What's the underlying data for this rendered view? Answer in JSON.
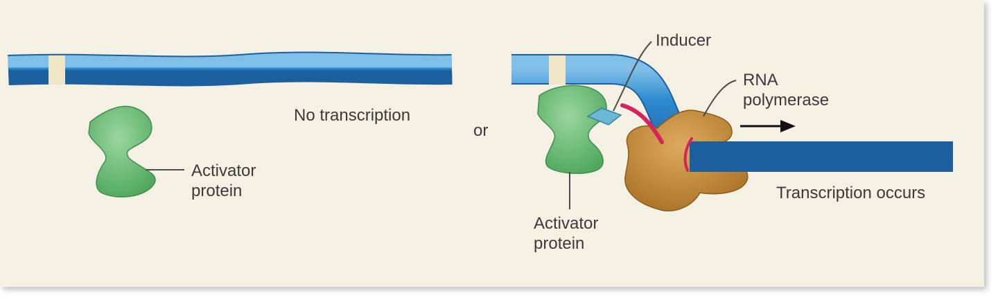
{
  "labels": {
    "no_transcription": "No transcription",
    "or": "or",
    "activator_left_line1": "Activator",
    "activator_left_line2": "protein",
    "inducer": "Inducer",
    "rna_line1": "RNA",
    "rna_line2": "polymerase",
    "transcription_occurs": "Transcription occurs",
    "activator_right_line1": "Activator",
    "activator_right_line2": "protein"
  },
  "colors": {
    "background": "#f4f0e4",
    "dna": "#2a7fc4",
    "dna_band": "#efe6c8",
    "activator": "#6cbf78",
    "inducer": "#6bb7d6",
    "rna_polymerase": "#c38a3a",
    "rna_strand": "#d6245a",
    "text": "#3a3a3a"
  }
}
